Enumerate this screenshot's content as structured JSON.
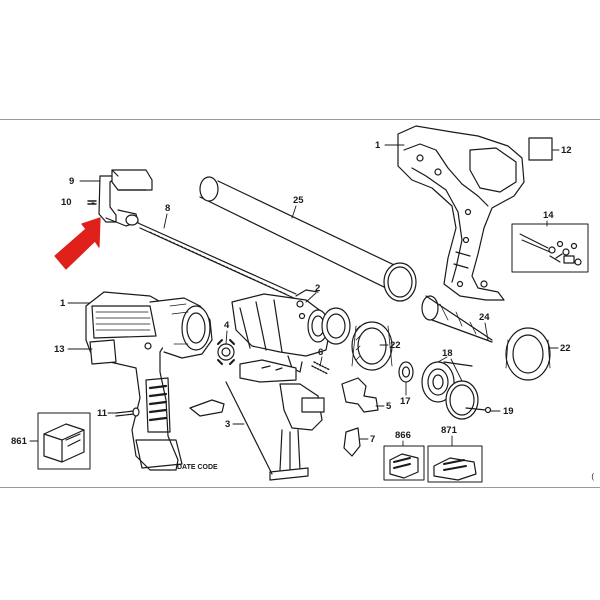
{
  "diagram": {
    "callouts": [
      {
        "id": "1",
        "name": "callout-1-housing-right"
      },
      {
        "id": "12",
        "name": "callout-12-label"
      },
      {
        "id": "9",
        "name": "callout-9-rod-handle"
      },
      {
        "id": "10",
        "name": "callout-10-pin"
      },
      {
        "id": "8",
        "name": "callout-8-plunger-rod"
      },
      {
        "id": "25",
        "name": "callout-25-cartridge-tube"
      },
      {
        "id": "14",
        "name": "callout-14-screw-kit"
      },
      {
        "id": "1",
        "name": "callout-1-housing-left"
      },
      {
        "id": "2",
        "name": "callout-2-gearbox"
      },
      {
        "id": "24",
        "name": "callout-24-nozzle"
      },
      {
        "id": "13",
        "name": "callout-13-nameplate"
      },
      {
        "id": "4",
        "name": "callout-4-gear"
      },
      {
        "id": "22",
        "name": "callout-22-collar-mid"
      },
      {
        "id": "22",
        "name": "callout-22-collar-right"
      },
      {
        "id": "6",
        "name": "callout-6-spring"
      },
      {
        "id": "18",
        "name": "callout-18-seal-set"
      },
      {
        "id": "5",
        "name": "callout-5-switch"
      },
      {
        "id": "17",
        "name": "callout-17-cap"
      },
      {
        "id": "11",
        "name": "callout-11-screw"
      },
      {
        "id": "19",
        "name": "callout-19-pin"
      },
      {
        "id": "3",
        "name": "callout-3-wiring"
      },
      {
        "id": "7",
        "name": "callout-7-clip"
      },
      {
        "id": "861",
        "name": "callout-861-case"
      },
      {
        "id": "866",
        "name": "callout-866-battery"
      },
      {
        "id": "871",
        "name": "callout-871-charger"
      }
    ],
    "date_code": "DATE CODE",
    "corner_mark": "(",
    "arrow_color": "#e0201b",
    "line_color": "#1a1a1a"
  }
}
